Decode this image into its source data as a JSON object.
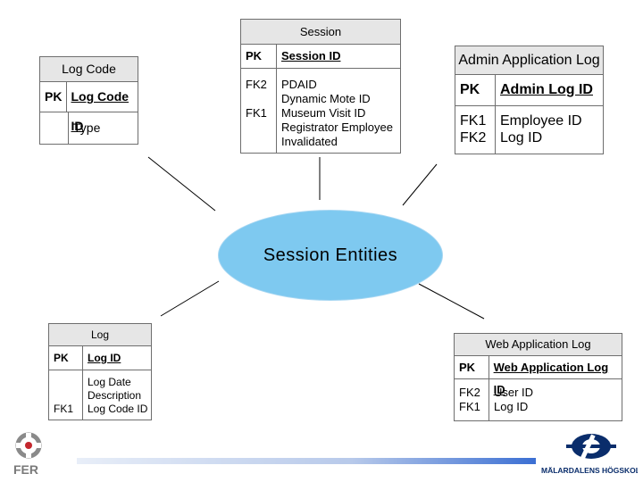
{
  "center_label": "Session Entities",
  "entities": {
    "logcode": {
      "title": "Log Code",
      "rows": [
        {
          "key": "PK",
          "fields": "Log Code ID"
        },
        {
          "key": "",
          "fields": "Type"
        }
      ]
    },
    "session": {
      "title": "Session",
      "rows": [
        {
          "key": "PK",
          "fields": "Session ID"
        },
        {
          "key": "FK2\n\nFK1",
          "fields": "PDAID\nDynamic Mote ID\nMuseum Visit ID\nRegistrator Employee\nInvalidated"
        }
      ]
    },
    "adminlog": {
      "title": "Admin Application Log",
      "rows": [
        {
          "key": "PK",
          "fields": "Admin Log ID"
        },
        {
          "key": "FK1\nFK2",
          "fields": "Employee ID\nLog ID"
        }
      ]
    },
    "log": {
      "title": "Log",
      "rows": [
        {
          "key": "PK",
          "fields": "Log ID"
        },
        {
          "key": "\n\nFK1",
          "fields": "Log Date\nDescription\nLog Code ID"
        }
      ]
    },
    "weblog": {
      "title": "Web Application Log",
      "rows": [
        {
          "key": "PK",
          "fields": "Web Application Log ID"
        },
        {
          "key": "FK2\nFK1",
          "fields": "User ID\nLog ID"
        }
      ]
    }
  },
  "logos": {
    "left": "FER",
    "right": "MÄLARDALENS HÖGSKOLA"
  }
}
